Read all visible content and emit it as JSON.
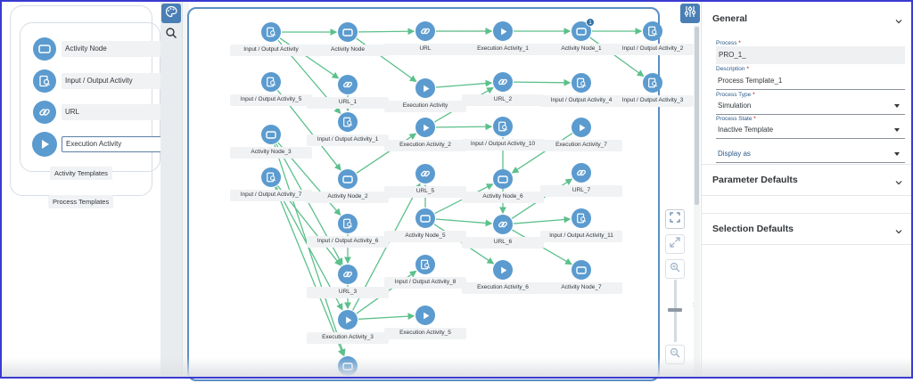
{
  "palette": {
    "templates": [
      {
        "label": "Activity Node",
        "icon": "activity-node-icon"
      },
      {
        "label": "Input / Output Activity",
        "icon": "input-output-icon"
      },
      {
        "label": "URL",
        "icon": "link-icon"
      },
      {
        "label": "Execution Activity",
        "icon": "play-icon"
      }
    ],
    "activity_templates_caption": "Activity Templates",
    "process_templates_caption": "Process Templates"
  },
  "toolbar": {
    "palette_icon": "palette-icon",
    "search_icon": "search-icon"
  },
  "canvas": {
    "nodes": [
      {
        "id": "io",
        "label": "Input / Output Activity",
        "icon": "io"
      },
      {
        "id": "an",
        "label": "Activity Node",
        "icon": "an"
      },
      {
        "id": "url",
        "label": "URL",
        "icon": "url"
      },
      {
        "id": "ea1",
        "label": "Execution Activity_1",
        "icon": "ea"
      },
      {
        "id": "an1",
        "label": "Activity Node_1",
        "icon": "an",
        "badge": "1"
      },
      {
        "id": "io2",
        "label": "Input / Output Activity_2",
        "icon": "io"
      },
      {
        "id": "io5",
        "label": "Input / Output Activity_5",
        "icon": "io"
      },
      {
        "id": "url1",
        "label": "URL_1",
        "icon": "url"
      },
      {
        "id": "ea",
        "label": "Execution Activity",
        "icon": "ea"
      },
      {
        "id": "url2",
        "label": "URL_2",
        "icon": "url"
      },
      {
        "id": "io4",
        "label": "Input / Output Activity_4",
        "icon": "io"
      },
      {
        "id": "io3",
        "label": "Input / Output Activity_3",
        "icon": "io"
      },
      {
        "id": "an3",
        "label": "Activity Node_3",
        "icon": "an"
      },
      {
        "id": "io1",
        "label": "Input / Output Activity_1",
        "icon": "io"
      },
      {
        "id": "ea2",
        "label": "Execution Activity_2",
        "icon": "ea"
      },
      {
        "id": "io10",
        "label": "Input / Output Activity_10",
        "icon": "io"
      },
      {
        "id": "ea7",
        "label": "Execution Activity_7",
        "icon": "ea"
      },
      {
        "id": "io7",
        "label": "Input / Output Activity_7",
        "icon": "io"
      },
      {
        "id": "an2",
        "label": "Activity Node_2",
        "icon": "an"
      },
      {
        "id": "url5",
        "label": "URL_5",
        "icon": "url"
      },
      {
        "id": "an6",
        "label": "Activity Node_6",
        "icon": "an"
      },
      {
        "id": "url7",
        "label": "URL_7",
        "icon": "url"
      },
      {
        "id": "io6",
        "label": "Input / Output Activity_6",
        "icon": "io"
      },
      {
        "id": "an5",
        "label": "Activity Node_5",
        "icon": "an"
      },
      {
        "id": "url6",
        "label": "URL_6",
        "icon": "url"
      },
      {
        "id": "io11",
        "label": "Input / Output Activity_11",
        "icon": "io"
      },
      {
        "id": "url3",
        "label": "URL_3",
        "icon": "url"
      },
      {
        "id": "io8",
        "label": "Input / Output Activity_8",
        "icon": "io"
      },
      {
        "id": "ea6",
        "label": "Execution Activity_6",
        "icon": "ea"
      },
      {
        "id": "an7",
        "label": "Activity Node_7",
        "icon": "an"
      },
      {
        "id": "ea3",
        "label": "Execution Activity_3",
        "icon": "ea"
      },
      {
        "id": "ea5",
        "label": "Execution Activity_5",
        "icon": "ea"
      },
      {
        "id": "anb",
        "label": "",
        "icon": "an"
      }
    ]
  },
  "zoom": {
    "fit_icon": "fit-to-screen-icon",
    "expand_icon": "expand-icon",
    "zoom_in_icon": "zoom-in-icon",
    "zoom_out_icon": "zoom-out-icon",
    "level": 0.5,
    "tick": "1"
  },
  "settings": {
    "settings_icon": "settings-sliders-icon",
    "general": {
      "title": "General",
      "process_label": "Process",
      "process_value": "PRO_1_",
      "description_label": "Description",
      "description_value": "Process Template_1",
      "process_type_label": "Process Type",
      "process_type_value": "Simulation",
      "process_state_label": "Process State",
      "process_state_value": "Inactive Template",
      "display_as_value": "Display as"
    },
    "parameter_defaults_title": "Parameter Defaults",
    "selection_defaults_title": "Selection Defaults",
    "required_mark": "*"
  },
  "colors": {
    "accent": "#5b9bcf",
    "edge": "#5cc08c",
    "frame": "#3a3ad0",
    "required": "#bb0000"
  }
}
